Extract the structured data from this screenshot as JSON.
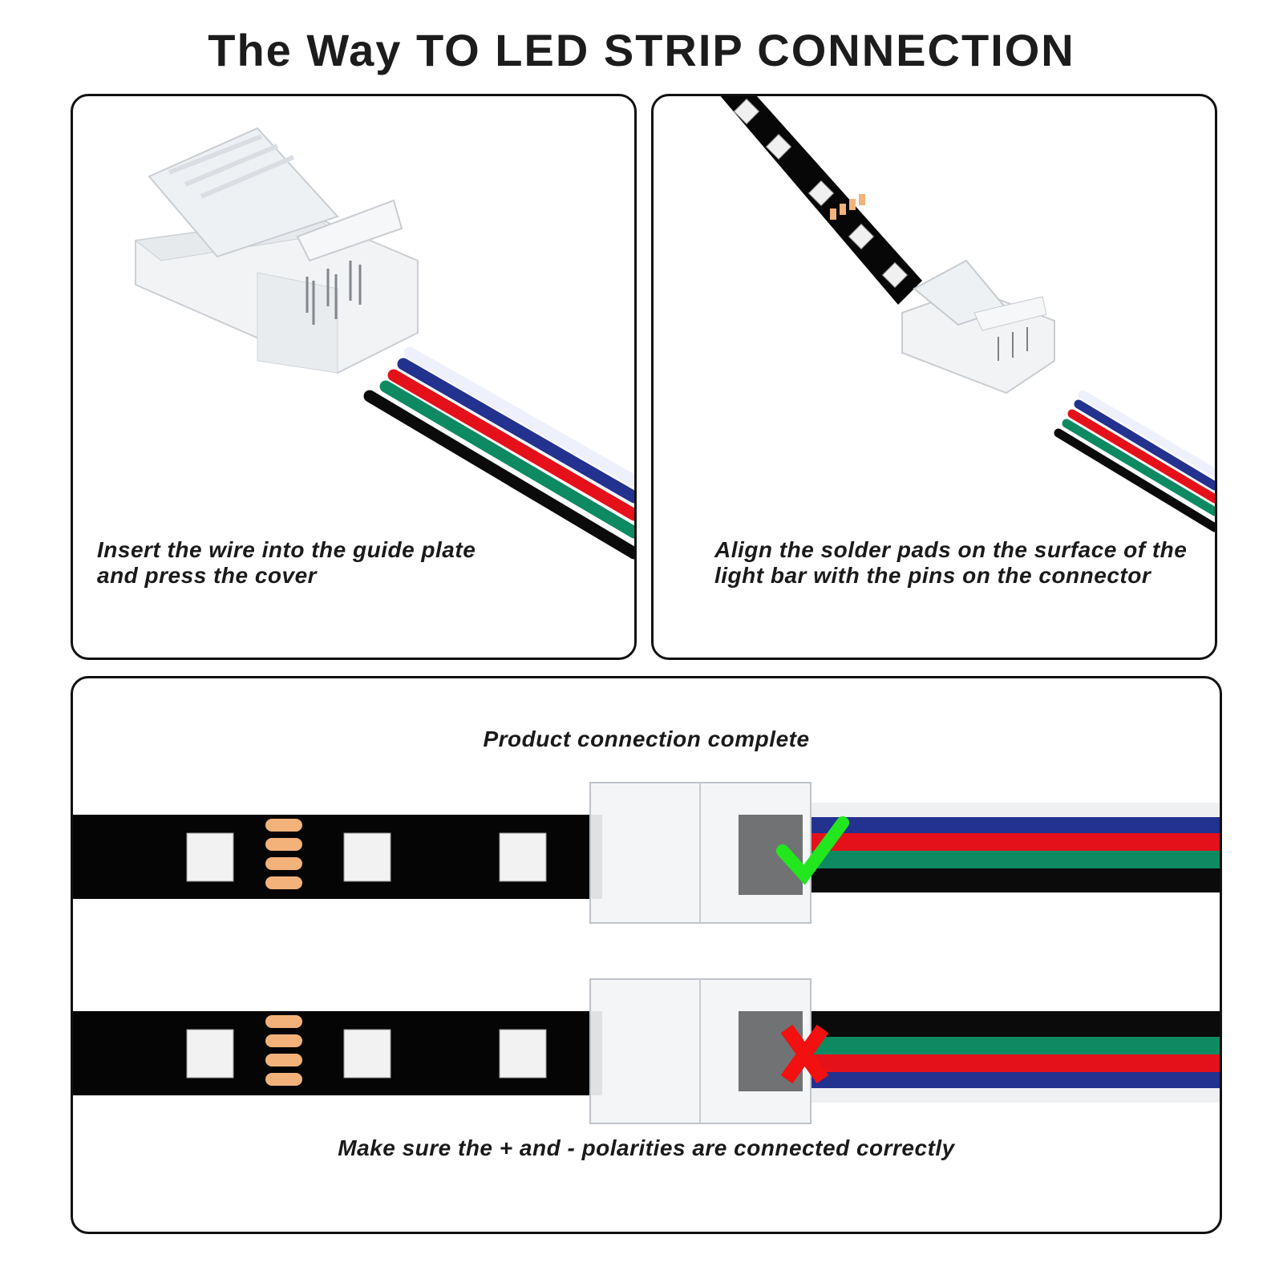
{
  "title": "The Way TO LED STRIP CONNECTION",
  "panels": [
    {
      "id": "step-insert-wire",
      "caption": "Insert the wire into the guide plate and press the cover",
      "illustration": "open-clear-connector-with-rgb-wire"
    },
    {
      "id": "step-align-pads",
      "caption": "Align the solder pads on the surface of the light bar with the pins on the connector",
      "illustration": "led-strip-entering-connector"
    },
    {
      "id": "step-complete",
      "heading": "Product connection complete",
      "footer": "Make sure the + and - polarities are connected correctly",
      "examples": [
        {
          "status": "correct",
          "icon": "check-icon",
          "wire_order": [
            "white",
            "blue",
            "red",
            "green",
            "black"
          ]
        },
        {
          "status": "incorrect",
          "icon": "cross-icon",
          "wire_order": [
            "black",
            "green",
            "red",
            "blue",
            "white"
          ]
        }
      ]
    }
  ],
  "colors": {
    "wire_white": "#eef0fb",
    "wire_blue": "#23318f",
    "wire_red": "#e5111a",
    "wire_green": "#0d8a62",
    "wire_black": "#0b0b0b",
    "check": "#22e61e",
    "cross": "#f21010",
    "strip": "#050505",
    "pad": "#f2b27a"
  }
}
